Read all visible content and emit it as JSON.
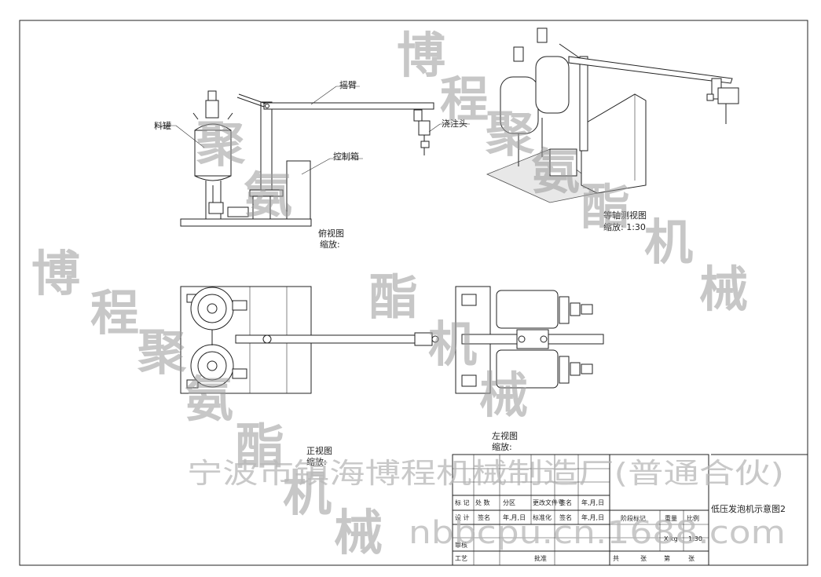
{
  "labels": {
    "material_tank": "料罐",
    "swing_arm": "摇臂",
    "pour_head": "浇注头",
    "control_box": "控制箱",
    "iso_view": "等轴测视图",
    "iso_scale": "缩放:   1:30",
    "top_view": "俯视图",
    "top_view_scale": "缩放:",
    "front_view": "正视图",
    "front_view_scale": "缩放:",
    "left_view": "左视图",
    "left_view_scale": "缩放:"
  },
  "title_block": {
    "row_mark": [
      "标 记",
      "处 数",
      "分区",
      "更改文件号",
      "签名",
      "年,月,日"
    ],
    "row_design": [
      "设 计",
      "签名",
      "年,月,日",
      "标准化",
      "签名",
      "年,月,日"
    ],
    "row_review": [
      "审核"
    ],
    "row_process": [
      "工艺",
      "批准"
    ],
    "stage_mark": "阶段标记",
    "weight": "重量",
    "ratio": "比例",
    "weight_value": "X kg",
    "ratio_value": "1:30",
    "sheets": [
      "共",
      "张",
      "第",
      "张"
    ],
    "drawing_title": "低压发泡机示意图2"
  },
  "watermarks": {
    "diag_top": [
      "博",
      "程",
      "聚",
      "氨",
      "酯",
      "机",
      "械"
    ],
    "diag_left": [
      "博",
      "程",
      "聚",
      "氨",
      "酯",
      "机",
      "械"
    ],
    "diag_mid": [
      "聚",
      "氨",
      "酯",
      "机",
      "械"
    ],
    "company": "宁波市镇海博程机械制造厂(普通合伙)",
    "url": "nbbcpu.cn.1688.com"
  }
}
